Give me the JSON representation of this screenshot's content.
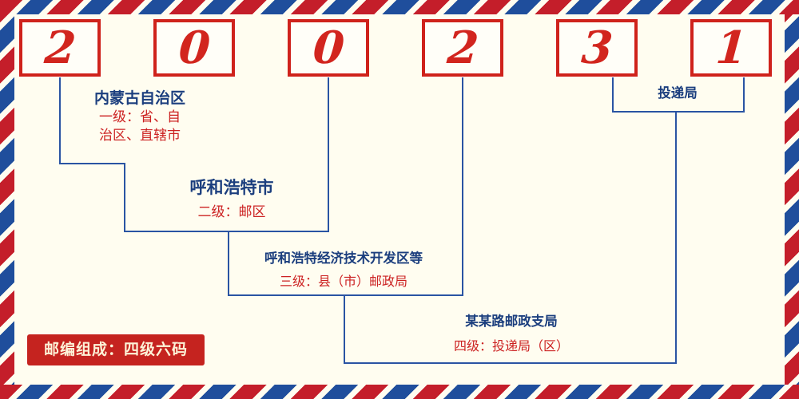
{
  "postal_code": {
    "digits": [
      "2",
      "0",
      "0",
      "2",
      "3",
      "1"
    ]
  },
  "levels": {
    "level1": {
      "title": "内蒙古自治区",
      "subtitle_lines": [
        "一级：省、自",
        "治区、直辖市"
      ]
    },
    "level2": {
      "title": "呼和浩特市",
      "subtitle": "二级：邮区"
    },
    "level3": {
      "title": "呼和浩特经济技术开发区等",
      "subtitle": "三级：县（市）邮政局"
    },
    "level4": {
      "title": "某某路邮政支局",
      "subtitle": "四级：投递局（区）"
    },
    "delivery": {
      "title": "投递局"
    }
  },
  "badge": {
    "text": "邮编组成：四级六码"
  },
  "colors": {
    "digit_red": "#d2251e",
    "box_border_red": "#cf221b",
    "line_blue": "#2a54a3",
    "title_navy": "#1b3e7e",
    "subtitle_red": "#cc2222",
    "badge_bg": "#c5231f",
    "badge_text": "#fdf3d8",
    "background": "#fffdf0",
    "stripe_red": "#c41e2a",
    "stripe_blue": "#1f4e9c"
  }
}
